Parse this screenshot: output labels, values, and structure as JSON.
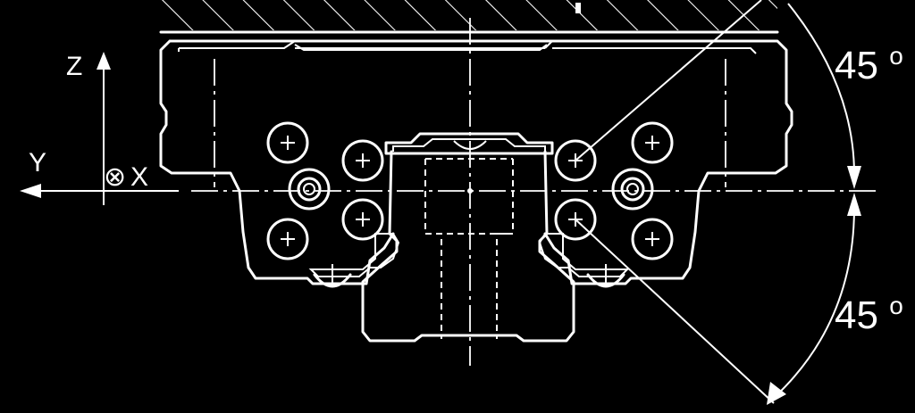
{
  "axes": {
    "z": "Z",
    "y": "Y",
    "x": "X",
    "x_symbol": "⊗"
  },
  "angles": {
    "upper": {
      "value": "45",
      "unit": "o"
    },
    "lower": {
      "value": "45",
      "unit": "o"
    }
  }
}
